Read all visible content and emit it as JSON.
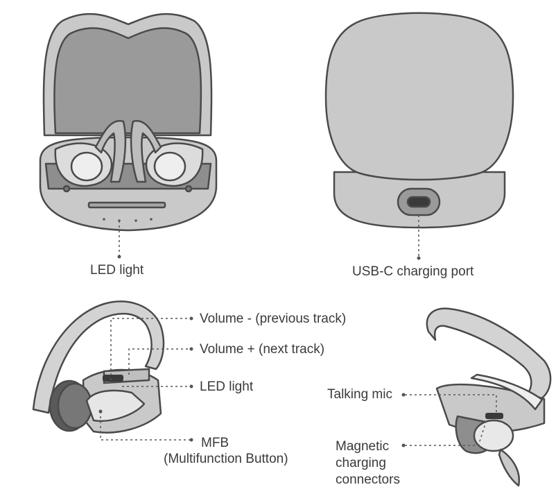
{
  "labels": {
    "case_led_light": "LED light",
    "usb_c_port": "USB-C charging port",
    "volume_down": "Volume - (previous track)",
    "volume_up": "Volume + (next track)",
    "earbud_led_light": "LED light",
    "mfb_line1": "MFB",
    "mfb_line2": "(Multifunction Button)",
    "talking_mic": "Talking mic",
    "magnetic_line1": "Magnetic",
    "magnetic_line2": "charging",
    "magnetic_line3": "connectors"
  },
  "colors": {
    "body_fill": "#c9c9c9",
    "dark_fill": "#8e8e8e",
    "outline": "#4a4a4a",
    "text": "#3a3a3a"
  }
}
